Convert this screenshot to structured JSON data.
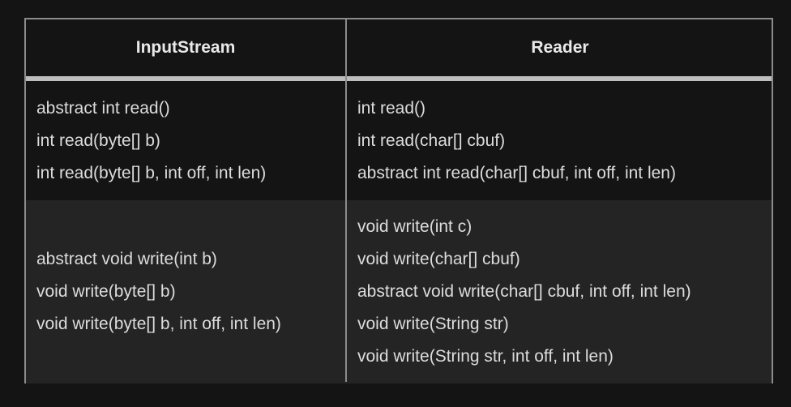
{
  "header": {
    "left": "InputStream",
    "right": "Reader"
  },
  "rows": [
    {
      "left": [
        "abstract int read()",
        "int read(byte[] b)",
        "int read(byte[] b, int off, int len)"
      ],
      "right": [
        "int read()",
        "int read(char[] cbuf)",
        "abstract int read(char[] cbuf, int off, int len)"
      ]
    },
    {
      "left": [
        "abstract void write(int b)",
        "void write(byte[] b)",
        "void write(byte[] b, int off, int len)"
      ],
      "right": [
        "void write(int c)",
        "void write(char[] cbuf)",
        "abstract void write(char[] cbuf, int off, int len)",
        "void write(String str)",
        "void write(String str, int off, int len)"
      ]
    }
  ],
  "colors": {
    "background": "#141414",
    "row_alt": "#242424",
    "border": "#8c8c8c",
    "header_separator": "#bdbdbd",
    "text": "#dcdcdc"
  }
}
